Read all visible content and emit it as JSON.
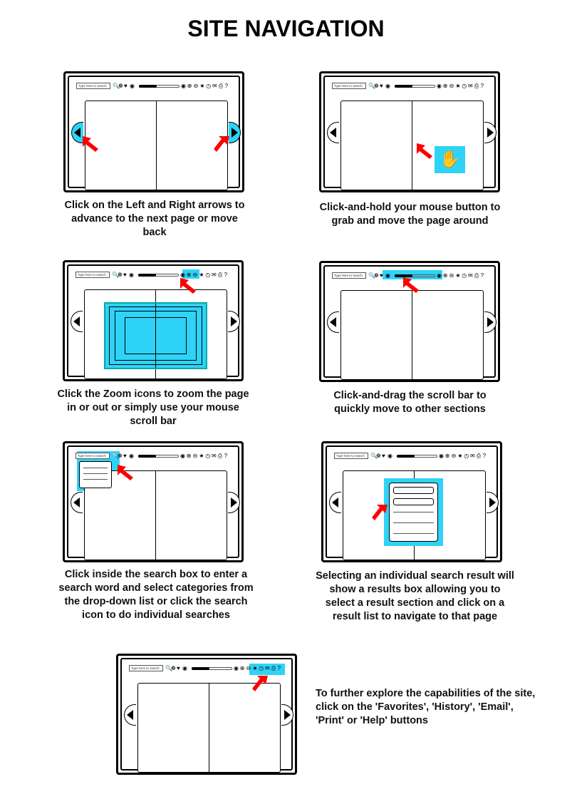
{
  "title": "SITE NAVIGATION",
  "search_placeholder": "Type here to search",
  "accent_color": "#2fd3f7",
  "pointer_color": "#ff0000",
  "panels": [
    {
      "id": "arrows",
      "caption": "Click on the Left and Right arrows to advance to the next page or move back"
    },
    {
      "id": "grab",
      "caption": "Click-and-hold your mouse button to grab and move the page around"
    },
    {
      "id": "zoom",
      "caption": "Click the Zoom icons to zoom the page in or out or simply use your mouse scroll bar"
    },
    {
      "id": "scroll",
      "caption": "Click-and-drag the scroll bar to quickly move to other sections"
    },
    {
      "id": "search",
      "caption": "Click inside the search box to enter a search word and select categories from the drop-down list or click the search icon to do individual searches"
    },
    {
      "id": "results",
      "caption": "Selecting an individual search result will show a results box allowing you to select a result section and click on a result list to navigate to that page"
    },
    {
      "id": "tools",
      "caption": "To further explore the capabilities of the site, click on the 'Favorites', 'History', 'Email', 'Print' or 'Help' buttons"
    }
  ]
}
